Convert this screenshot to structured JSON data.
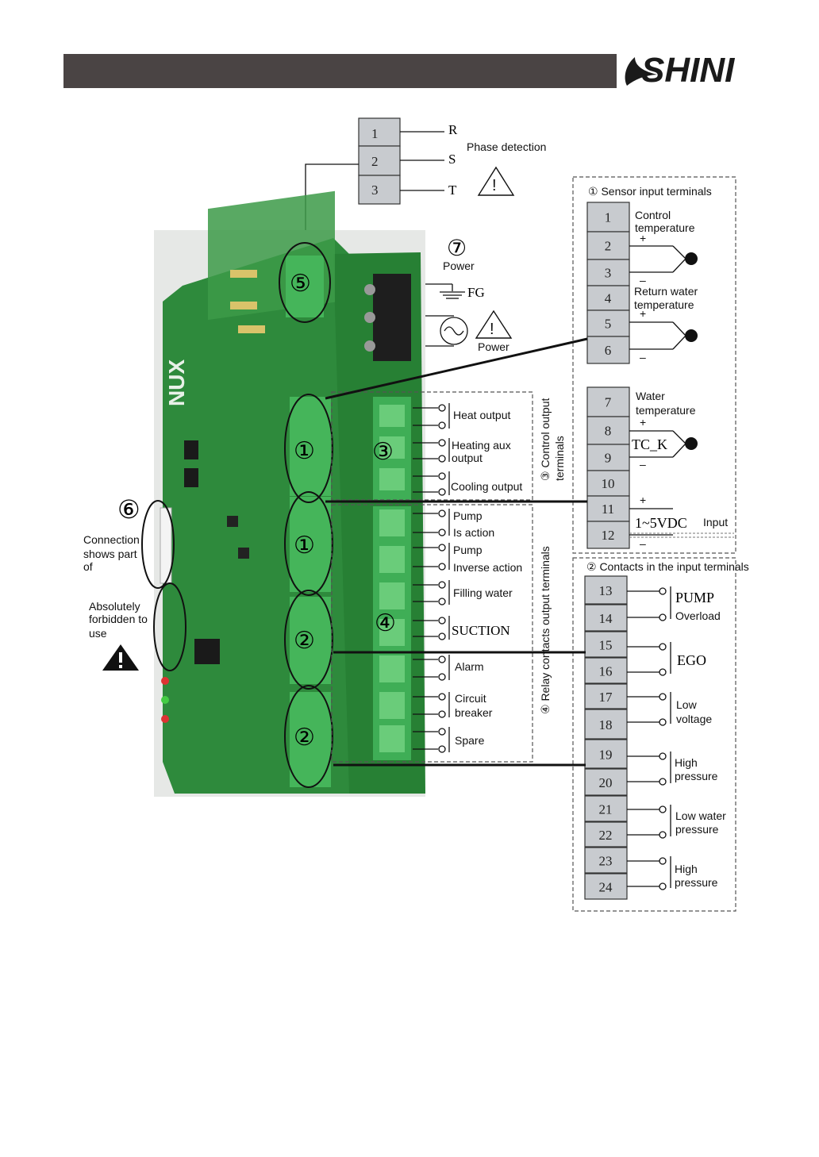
{
  "header": {
    "logo_text": "SHINI",
    "bar_color": "#4a4444",
    "logo_color": "#1a1a1a"
  },
  "phase": {
    "terminals": [
      "1",
      "2",
      "3"
    ],
    "phase_labels": [
      "R",
      "S",
      "T"
    ],
    "title": "Phase detection"
  },
  "power": {
    "circled": "⑦",
    "label": "Power",
    "fg_label": "FG",
    "supply_label": "Power"
  },
  "board": {
    "brand": "NUX",
    "pcb_color": "#2e8a3c"
  },
  "markers": {
    "m1": "①",
    "m2": "②",
    "m3": "③",
    "m4": "④",
    "m5": "⑤",
    "m6": "⑥"
  },
  "left_notes": {
    "connection": [
      "Connection",
      "shows part",
      "of"
    ],
    "forbidden": [
      "Absolutely",
      "forbidden to",
      "use"
    ]
  },
  "control_output": {
    "vertical_label_1": "③ Control output",
    "vertical_label_2": "terminals",
    "items": [
      {
        "lines": [
          "Heat output"
        ]
      },
      {
        "lines": [
          "Heating aux",
          "output"
        ]
      },
      {
        "lines": [
          "Cooling output"
        ]
      }
    ]
  },
  "relay_output": {
    "vertical_label": "④ Relay contacts output terminals",
    "items": [
      {
        "lines": [
          "Pump",
          "Is action"
        ]
      },
      {
        "lines": [
          "Pump",
          "Inverse action"
        ]
      },
      {
        "lines": [
          "Filling water"
        ]
      },
      {
        "lines": [
          "SUCTION"
        ]
      },
      {
        "lines": [
          "Alarm"
        ]
      },
      {
        "lines": [
          "Circuit",
          "breaker"
        ]
      },
      {
        "lines": [
          "Spare"
        ]
      }
    ]
  },
  "sensor": {
    "title": "① Sensor input terminals",
    "terminals": [
      "1",
      "2",
      "3",
      "4",
      "5",
      "6",
      "7",
      "8",
      "9",
      "10",
      "11",
      "12"
    ],
    "control_temp": [
      "Control",
      "temperature"
    ],
    "return_temp": [
      "Return water",
      "temperature"
    ],
    "water_temp": [
      "Water",
      "temperature"
    ],
    "tc_label": "TC_K",
    "input_range": "1~5VDC",
    "input_label": "Input",
    "plus": "+",
    "minus": "–"
  },
  "contacts_input": {
    "title": "② Contacts in the input terminals",
    "terminals": [
      "13",
      "14",
      "15",
      "16",
      "17",
      "18",
      "19",
      "20",
      "21",
      "22",
      "23",
      "24"
    ],
    "items": [
      {
        "lines": [
          "PUMP",
          "Overload"
        ]
      },
      {
        "lines": [
          "EGO"
        ]
      },
      {
        "lines": [
          "Low",
          "voltage"
        ]
      },
      {
        "lines": [
          "High",
          "pressure"
        ]
      },
      {
        "lines": [
          "Low water",
          "pressure"
        ]
      },
      {
        "lines": [
          "High",
          "pressure"
        ]
      }
    ]
  }
}
